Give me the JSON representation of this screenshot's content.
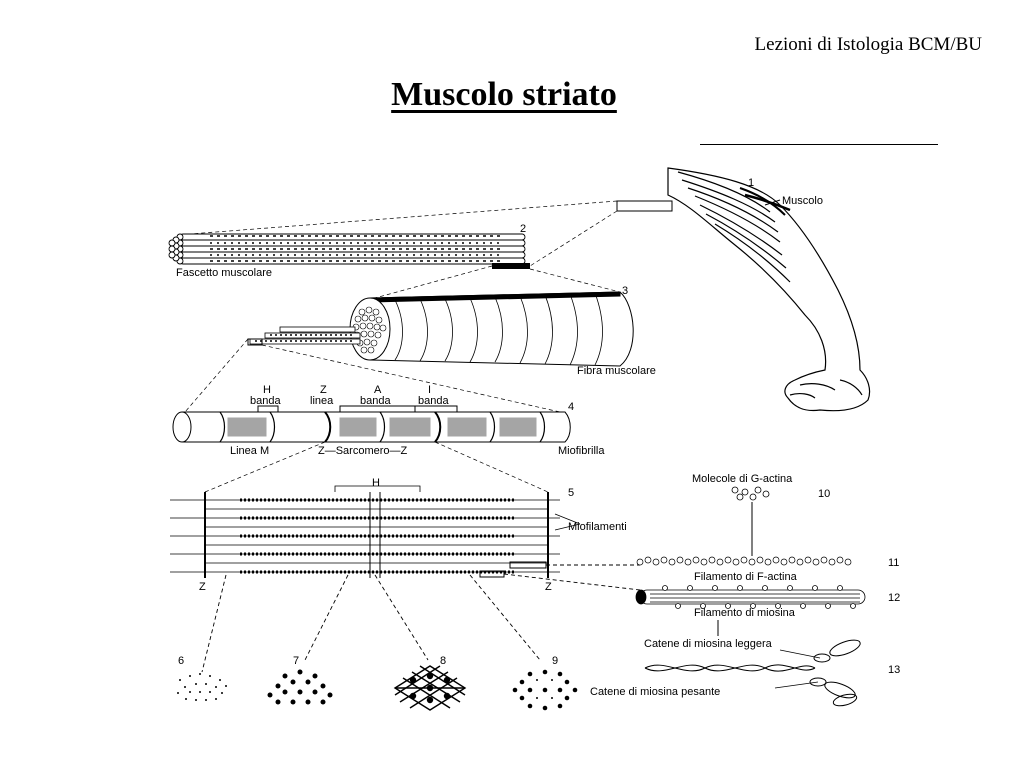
{
  "header": {
    "course": "Lezioni di Istologia BCM/BU"
  },
  "title": "Muscolo striato",
  "labels": {
    "muscolo": "Muscolo",
    "fascetto": "Fascetto muscolare",
    "fibra": "Fibra muscolare",
    "h_letter": "H",
    "z_letter": "Z",
    "a_letter": "A",
    "i_letter": "I",
    "banda_h": "banda",
    "linea_z": "linea",
    "banda_a": "banda",
    "banda_i": "banda",
    "linea_m": "Linea M",
    "sarcomero": "Z—Sarcomero—Z",
    "miofibrilla": "Miofibrilla",
    "h_top": "H",
    "miofilamenti": "Miofilamenti",
    "z_left": "Z",
    "z_right": "Z",
    "g_actina": "Molecole di G-actina",
    "f_actina": "Filamento di F-actina",
    "miosina": "Filamento di miosina",
    "leggera": "Catene di miosina leggera",
    "pesante": "Catene di miosina pesante"
  },
  "numbers": [
    "1",
    "2",
    "3",
    "4",
    "5",
    "6",
    "7",
    "8",
    "9",
    "10",
    "11",
    "12",
    "13"
  ]
}
